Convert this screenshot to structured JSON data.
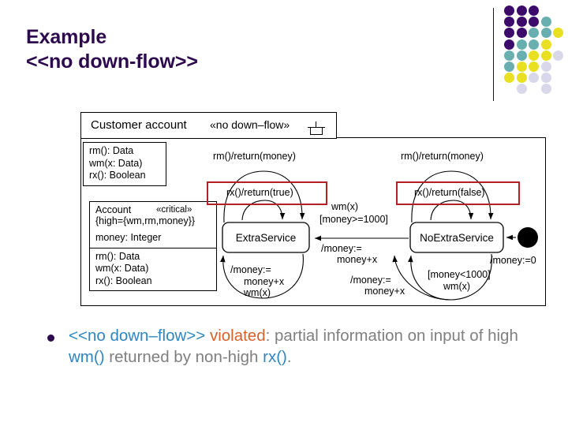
{
  "slide": {
    "title_line1": "Example",
    "title_line2": "<<no down-flow>>",
    "title_color": "#2D0A4E"
  },
  "decoration": {
    "name": "dot-grid",
    "colors": {
      "purple": "#3B0A6B",
      "teal": "#6AAFB0",
      "yellow": "#E8E021",
      "lavender": "#D8D8EA"
    },
    "rows": [
      [
        "purple",
        "purple",
        "purple",
        "none",
        "none"
      ],
      [
        "purple",
        "purple",
        "purple",
        "teal",
        "none"
      ],
      [
        "purple",
        "purple",
        "teal",
        "teal",
        "yellow"
      ],
      [
        "purple",
        "teal",
        "teal",
        "yellow",
        "none"
      ],
      [
        "teal",
        "teal",
        "yellow",
        "yellow",
        "lavender"
      ],
      [
        "teal",
        "yellow",
        "yellow",
        "lavender",
        "none"
      ],
      [
        "yellow",
        "yellow",
        "lavender",
        "lavender",
        "none"
      ],
      [
        "none",
        "lavender",
        "none",
        "lavender",
        "none"
      ]
    ]
  },
  "diagram": {
    "frame_title": "Customer account",
    "frame_stereotype": "«no down–flow»",
    "interface_box": {
      "operations": [
        "rm(): Data",
        "wm(x: Data)",
        "rx(): Boolean"
      ]
    },
    "account_box": {
      "name": "Account",
      "stereotype": "«critical»",
      "tags": "{high={wm,rm,money}}",
      "attributes": [
        "money: Integer"
      ],
      "operations": [
        "rm(): Data",
        "wm(x: Data)",
        "rx(): Boolean"
      ]
    },
    "states": [
      {
        "name": "ExtraService"
      },
      {
        "name": "NoExtraService"
      }
    ],
    "highlight_color": "#B52025",
    "transitions": {
      "left_top_outer": "rm()/return(money)",
      "left_self_highlight": "rx()/return(true)",
      "left_bottom": [
        "/money:=",
        "money+x",
        "wm(x)"
      ],
      "right_top_outer": "rm()/return(money)",
      "right_self_highlight": "rx()/return(false)",
      "right_bottom": [
        "[money<1000]",
        "wm(x)"
      ],
      "to_extra_service": [
        "wm(x)",
        "[money>=1000]",
        "/money:=",
        "money+x"
      ],
      "to_no_extra_service": [
        "/money:=",
        "money+x"
      ],
      "initial": "/money:=0"
    }
  },
  "bullet": {
    "dot_color": "#2D0A4E",
    "segments": [
      {
        "text": "<<no down–flow>> ",
        "style": "spec"
      },
      {
        "text": "violated",
        "style": "violated"
      },
      {
        "text": ": partial information on input of high ",
        "style": "gray"
      },
      {
        "text": "wm()",
        "style": "spec"
      },
      {
        "text": " returned by non-high ",
        "style": "gray"
      },
      {
        "text": "rx()",
        "style": "spec"
      },
      {
        "text": ".",
        "style": "gray"
      }
    ],
    "plain_text": "<<no down–flow>> violated: partial information on input of high wm() returned by non-high rx().",
    "colors": {
      "spec": "#2E86C1",
      "violated": "#D4622A",
      "gray": "#7F7F7F"
    }
  }
}
